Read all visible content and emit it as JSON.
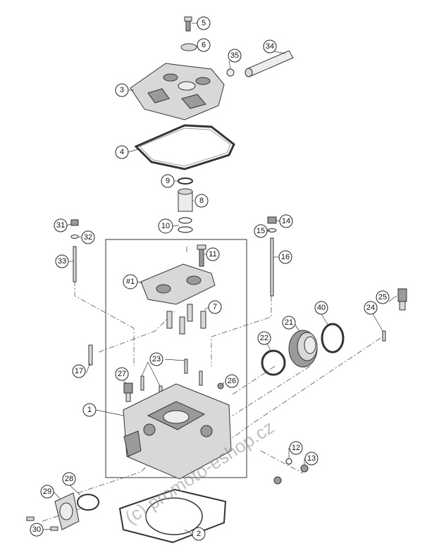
{
  "diagram": {
    "watermark": "(c) promoto-eshop.cz",
    "callouts": [
      {
        "id": "c5",
        "label": "5"
      },
      {
        "id": "c6",
        "label": "6"
      },
      {
        "id": "c34",
        "label": "34"
      },
      {
        "id": "c35",
        "label": "35"
      },
      {
        "id": "c3",
        "label": "3"
      },
      {
        "id": "c4",
        "label": "4"
      },
      {
        "id": "c9",
        "label": "9"
      },
      {
        "id": "c8",
        "label": "8"
      },
      {
        "id": "c10",
        "label": "10"
      },
      {
        "id": "c31",
        "label": "31"
      },
      {
        "id": "c32",
        "label": "32"
      },
      {
        "id": "c33",
        "label": "33"
      },
      {
        "id": "c14",
        "label": "14"
      },
      {
        "id": "c15",
        "label": "15"
      },
      {
        "id": "c16",
        "label": "16"
      },
      {
        "id": "c11",
        "label": "11"
      },
      {
        "id": "c1hash",
        "label": "#1"
      },
      {
        "id": "c7",
        "label": "7"
      },
      {
        "id": "c25",
        "label": "25"
      },
      {
        "id": "c40",
        "label": "40"
      },
      {
        "id": "c21",
        "label": "21"
      },
      {
        "id": "c24",
        "label": "24"
      },
      {
        "id": "c22",
        "label": "22"
      },
      {
        "id": "c17",
        "label": "17"
      },
      {
        "id": "c23",
        "label": "23"
      },
      {
        "id": "c27",
        "label": "27"
      },
      {
        "id": "c26",
        "label": "26"
      },
      {
        "id": "c1",
        "label": "1"
      },
      {
        "id": "c12",
        "label": "12"
      },
      {
        "id": "c13",
        "label": "13"
      },
      {
        "id": "c28",
        "label": "28"
      },
      {
        "id": "c29",
        "label": "29"
      },
      {
        "id": "c30",
        "label": "30"
      },
      {
        "id": "c2",
        "label": "2"
      }
    ]
  }
}
